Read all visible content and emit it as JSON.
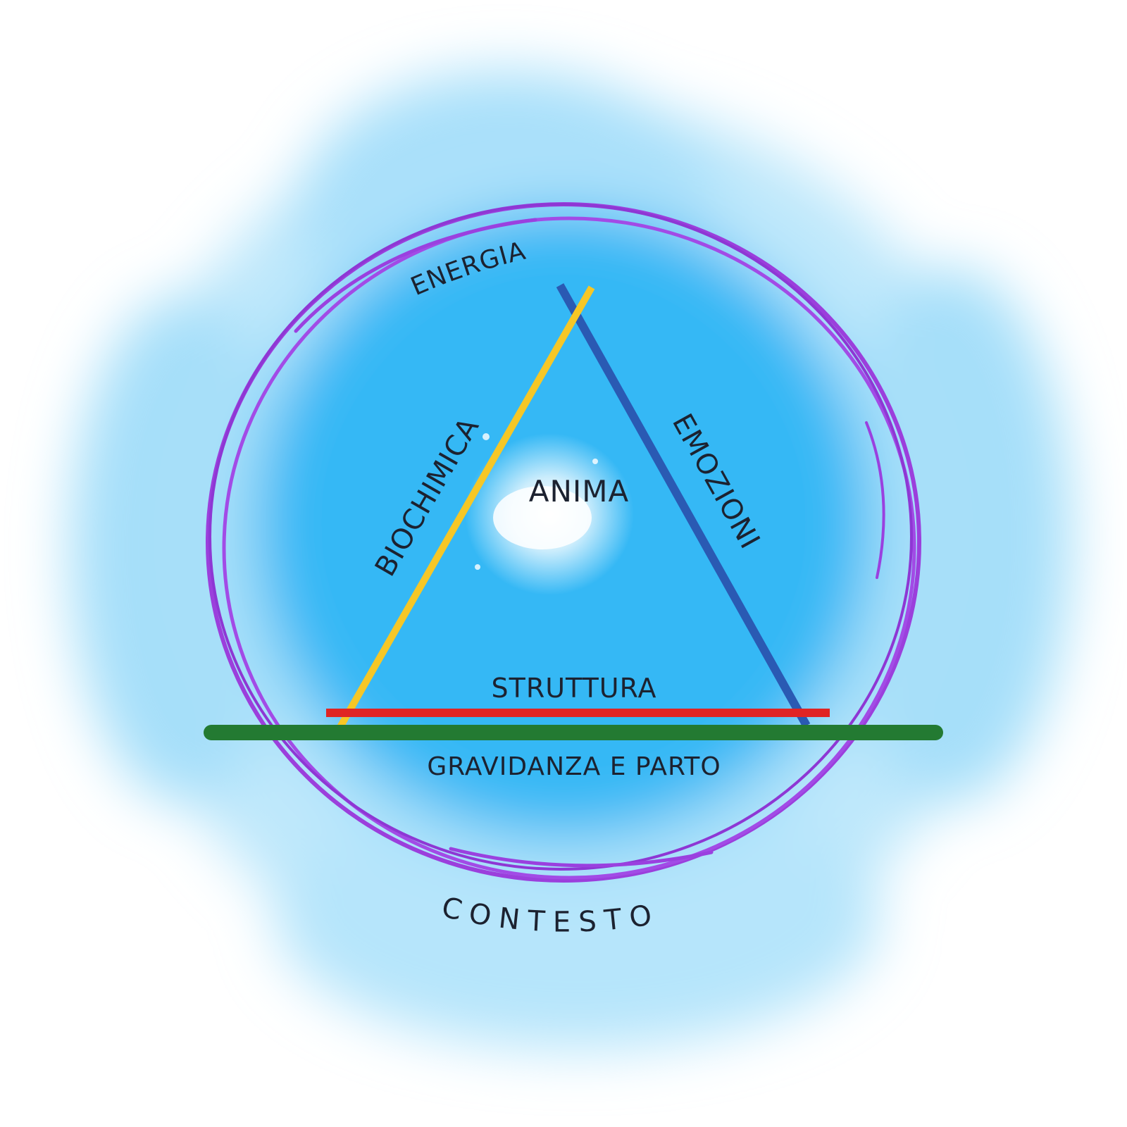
{
  "labels": {
    "energia": "ENERGIA",
    "biochimica": "BIOCHIMICA",
    "emozioni": "EMOZIONI",
    "anima": "ANIMA",
    "struttura": "STRUTTURA",
    "gravidanza": "GRAVIDANZA E PARTO",
    "contesto": "CONTESTO"
  },
  "colors": {
    "background_blue": "#3dbaf5",
    "circle_purple": "#9b3fdc",
    "biochimica_line": "#f6c726",
    "emozioni_line": "#2a5ab3",
    "struttura_line": "#e02424",
    "gravidanza_line": "#237a32",
    "text": "#1c2230"
  }
}
